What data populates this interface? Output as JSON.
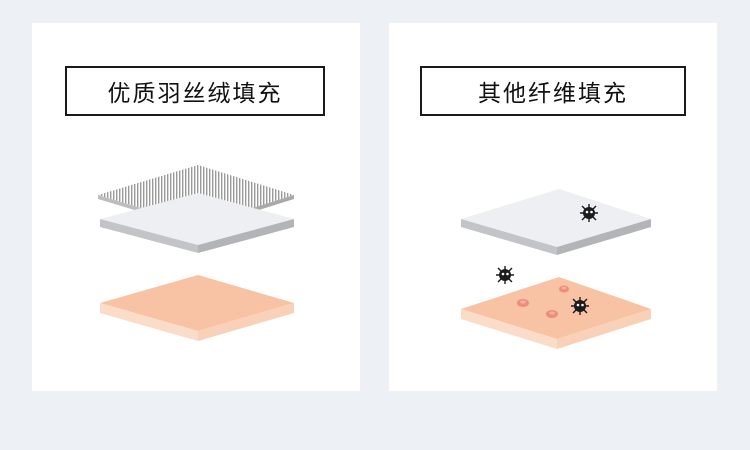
{
  "panels": [
    {
      "title": "优质羽丝绒填充"
    },
    {
      "title": "其他纤维填充"
    }
  ],
  "colors": {
    "background": "#edf0f4",
    "panel": "#ffffff",
    "border": "#1a1a1a",
    "skin": "#f7c3a4",
    "skin_edge": "#fbdcc8",
    "fabric_top": "#eeeff2",
    "fabric_side": "#c2c4c8",
    "bump": "#f08c7c",
    "germ": "#1c1c1c"
  },
  "icons": [
    "striped-down-layer",
    "fabric-layer",
    "skin-layer",
    "germ-icon",
    "bump-icon"
  ]
}
